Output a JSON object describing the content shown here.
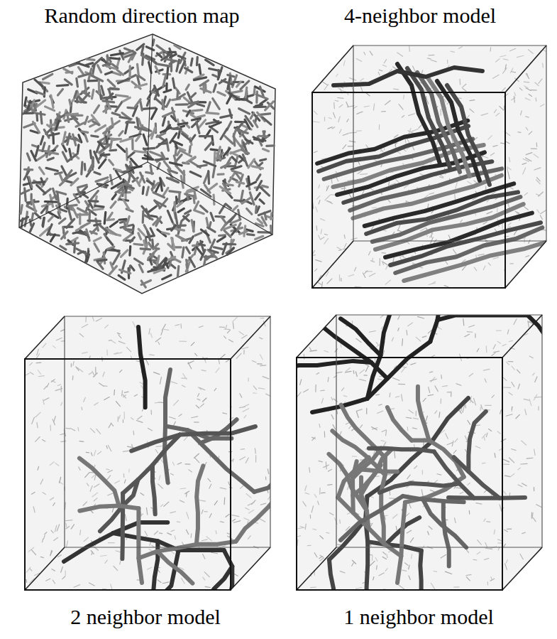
{
  "diagram": {
    "labels": [
      "Random direction map",
      "4-neighbor model",
      "2 neighbor model",
      "1 neighbor model"
    ]
  }
}
